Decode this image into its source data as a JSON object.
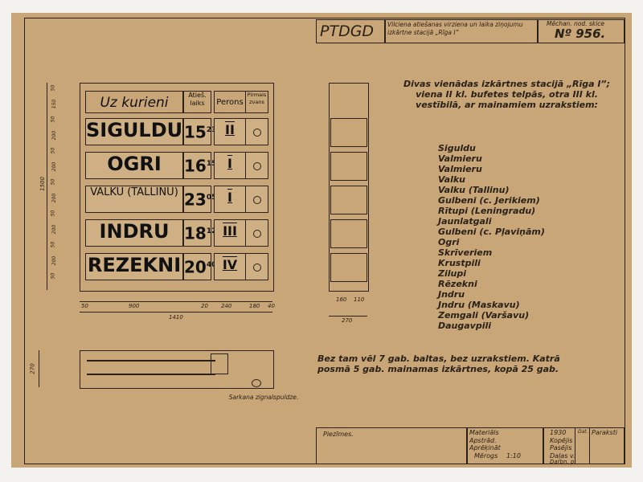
{
  "title_block": {
    "code": "PTDGD",
    "description": "Vilciena atiešanas virziena un laika ziņojumu izkārtne stacijā „Rīga I”",
    "category": "Mēchan. nod. skice",
    "number": "Nº 956."
  },
  "header_row": {
    "destination": "Uz kurieni",
    "time": "Atieš. laiks",
    "platform": "Perons",
    "bell": "Pirmais zvans"
  },
  "rows": [
    {
      "destination": "SIGULDU",
      "time_h": "15",
      "time_m": "23",
      "platform": "II"
    },
    {
      "destination": "OGRI",
      "time_h": "16",
      "time_m": "15",
      "platform": "I"
    },
    {
      "destination": "VALKU (TALLINU)",
      "time_h": "23",
      "time_m": "05",
      "platform": "I"
    },
    {
      "destination": "INDRU",
      "time_h": "18",
      "time_m": "12",
      "platform": "III"
    },
    {
      "destination": "REZEKNI",
      "time_h": "20",
      "time_m": "40",
      "platform": "IV"
    }
  ],
  "dimensions": {
    "height_total": "1500",
    "width_total": "1410",
    "bottom": [
      "50",
      "900",
      "20",
      "240",
      "180",
      "40"
    ],
    "left": [
      "50",
      "150",
      "50",
      "200",
      "50",
      "200",
      "50",
      "200",
      "50",
      "200",
      "50",
      "200",
      "50"
    ],
    "side_bottom": [
      "160",
      "110"
    ],
    "side_total": "270",
    "plan_depth": "270"
  },
  "description": "Divas vienādas izkārtnes stacijā „Rīga I”; viena II kl. bufetes telpās, otra III kl. vestībilā, ar mainamiem uzrakstiem:",
  "stations": [
    "Siguldu",
    "Valmieru",
    "Valmieru",
    "Valku",
    "Valku (Tallinu)",
    "Gulbeni (c. Jerikiem)",
    "Rītupi (Leningradu)",
    "Jaunlatgali",
    "Gulbeni (c. Pļaviņām)",
    "Ogri",
    "Skrīveriem",
    "Krustpili",
    "Zilupi",
    "Rēzekni",
    "Jndru",
    "Jndru (Maskavu)",
    "Zemgali (Varšavu)",
    "Daugavpili"
  ],
  "footnote": "Bez tam vēl 7 gab. baltas, bez uzrakstiem. Katrā posmā 5 gab. mainamas izkārtnes, kopā 25 gab.",
  "plan_label": "Sarkana zignalspuldze.",
  "bottom_block": {
    "remarks": "Piezīmes.",
    "material": "Materiāls",
    "drawn": "Apstrād.",
    "calc": "Aprēķināt",
    "scale_label": "Mērogs",
    "scale": "1:10",
    "year": "1930",
    "date": "Dat.",
    "signatures": "Paraksti",
    "copied": "Kopējis",
    "checked": "Pasējis",
    "part": "Daļas v.",
    "approved": "Darbn. p."
  }
}
